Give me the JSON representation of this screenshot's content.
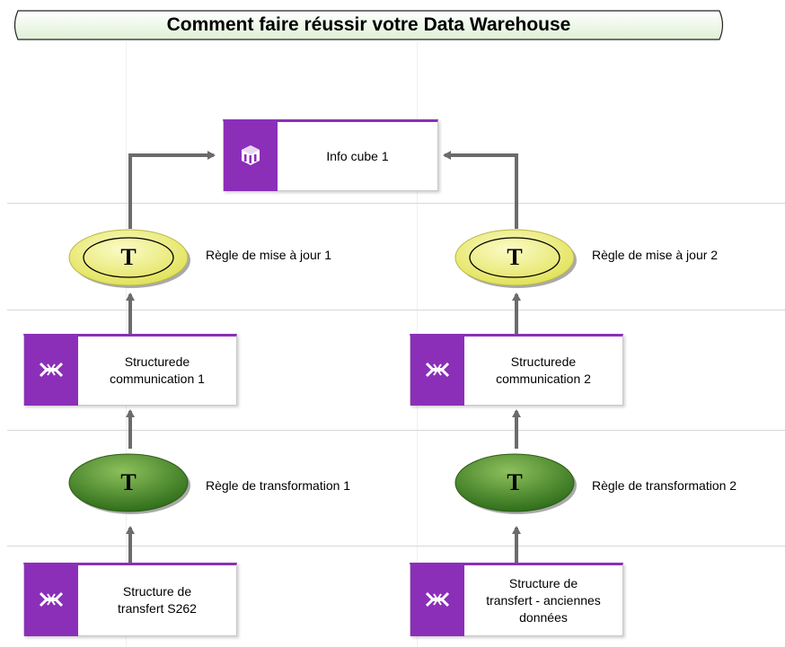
{
  "title": "Comment faire réussir votre Data Warehouse",
  "colors": {
    "object_purple": "#8b2fb9",
    "rule_yellow": "#f0f07a",
    "rule_green": "#4e8b2c",
    "connector_gray": "#6b6b6b",
    "title_fill": "#eef8e8"
  },
  "nodes": {
    "info_cube": {
      "label": "Info cube 1",
      "icon": "cube-icon"
    },
    "update_rule_1": {
      "letter": "T",
      "label": "Règle de mise à jour 1"
    },
    "update_rule_2": {
      "letter": "T",
      "label": "Règle de mise à jour 2"
    },
    "comm_struct_1": {
      "label": "Structurede\ncommunication 1",
      "icon": "structure-icon"
    },
    "comm_struct_2": {
      "label": "Structurede\ncommunication 2",
      "icon": "structure-icon"
    },
    "transform_rule_1": {
      "letter": "T",
      "label": "Règle de transformation 1"
    },
    "transform_rule_2": {
      "letter": "T",
      "label": "Règle de transformation 2"
    },
    "transfer_struct_1": {
      "label": "Structure de\ntransfert  S262",
      "icon": "structure-icon"
    },
    "transfer_struct_2": {
      "label": "Structure de\ntransfert - anciennes\ndonnées",
      "icon": "structure-icon"
    }
  }
}
